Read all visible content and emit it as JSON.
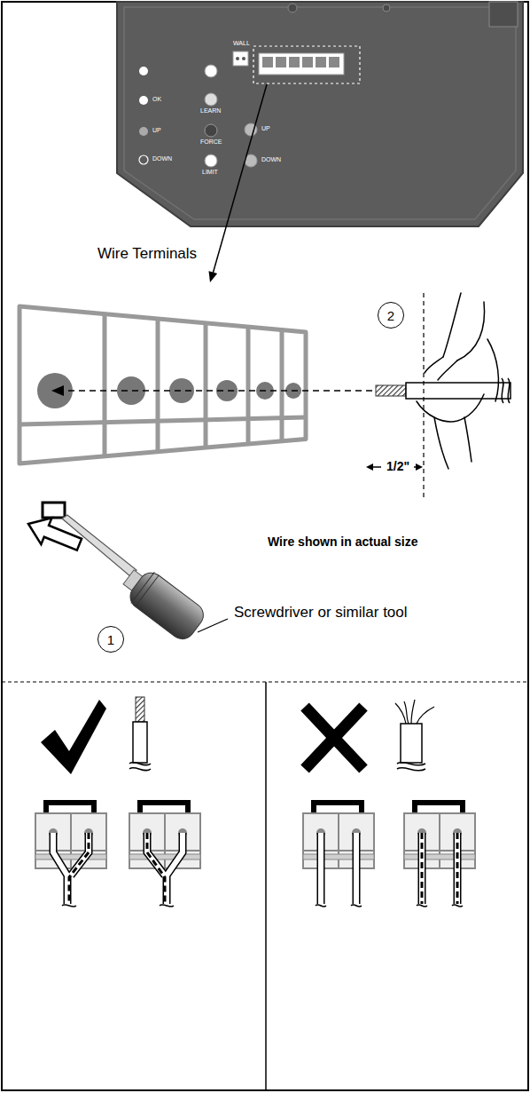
{
  "diagram": {
    "nodes": [
      {
        "text": [
          "2"
        ]
      },
      {
        "text": [
          "1"
        ]
      }
    ],
    "labels": [
      "OK",
      "UP",
      "DOWN",
      "LEARN",
      "FORCE",
      "LIMIT",
      "UP",
      "DOWN",
      "WALL",
      "Wire Terminals",
      "1/2\"",
      "Wire shown in actual size",
      "Screwdriver or similar tool"
    ]
  }
}
